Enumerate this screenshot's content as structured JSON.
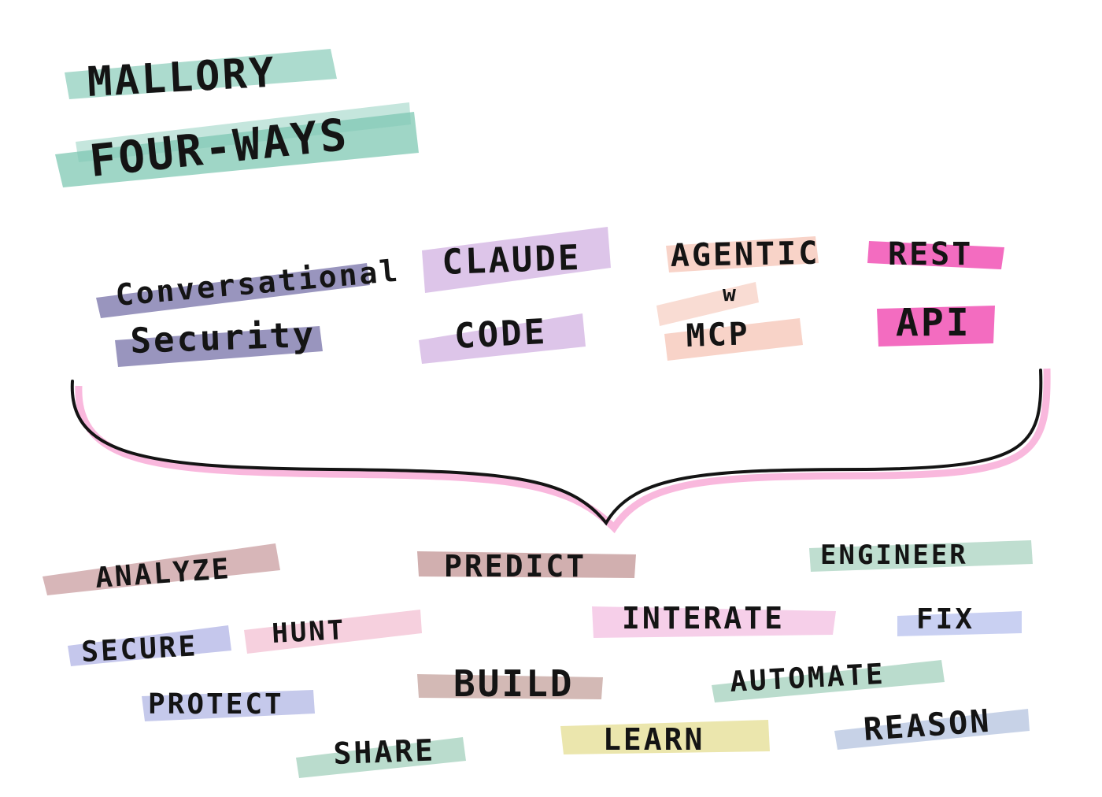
{
  "title": [
    "MALLORY",
    "FOUR-WAYS"
  ],
  "ways": [
    {
      "lines": [
        "Conversational",
        "Security"
      ],
      "color": "#807aae"
    },
    {
      "lines": [
        "CLAUDE",
        "CODE"
      ],
      "color": "#d2b2e2"
    },
    {
      "lines": [
        "AGENTIC",
        "w",
        "MCP"
      ],
      "color": "#f5c4b6"
    },
    {
      "lines": [
        "REST",
        "API"
      ],
      "color": "#f25cb9"
    }
  ],
  "colors": {
    "title_highlight": "#7fc8b3",
    "brace_shadow": "#f7a6d4",
    "ink": "#141414"
  },
  "outcomes": [
    {
      "label": "ANALYZE",
      "color": "#c99ea0"
    },
    {
      "label": "PREDICT",
      "color": "#c59b9b"
    },
    {
      "label": "ENGINEER",
      "color": "#a9d3c0"
    },
    {
      "label": "SECURE",
      "color": "#b7b9e7"
    },
    {
      "label": "HUNT",
      "color": "#f4c4d6"
    },
    {
      "label": "INTERATE",
      "color": "#f4c7e5"
    },
    {
      "label": "FIX",
      "color": "#bcc4ef"
    },
    {
      "label": "PROTECT",
      "color": "#bbbfe7"
    },
    {
      "label": "BUILD",
      "color": "#c8a8a2"
    },
    {
      "label": "AUTOMATE",
      "color": "#a9d3c0"
    },
    {
      "label": "SHARE",
      "color": "#a9d3c0"
    },
    {
      "label": "LEARN",
      "color": "#e6e099"
    },
    {
      "label": "REASON",
      "color": "#b9c7e1"
    }
  ]
}
